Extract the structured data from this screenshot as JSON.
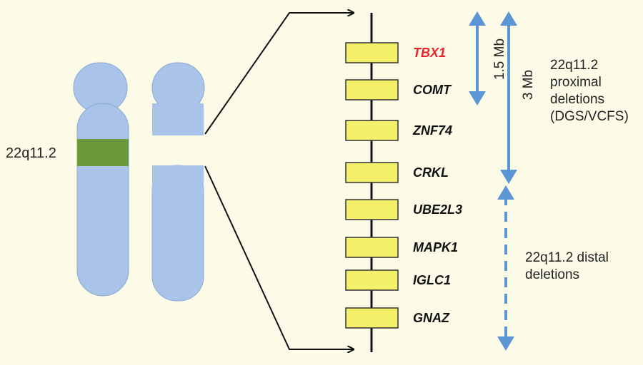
{
  "band_label": "22q11.2",
  "genes": [
    {
      "name": "TBX1",
      "color": "#e8232a"
    },
    {
      "name": "COMT",
      "color": "#111111"
    },
    {
      "name": "ZNF74",
      "color": "#111111"
    },
    {
      "name": "CRKL",
      "color": "#111111"
    },
    {
      "name": "UBE2L3",
      "color": "#111111"
    },
    {
      "name": "MAPK1",
      "color": "#111111"
    },
    {
      "name": "IGLC1",
      "color": "#111111"
    },
    {
      "name": "GNAZ",
      "color": "#111111"
    }
  ],
  "arrows": {
    "short_label": "1.5 Mb",
    "long_label": "3 Mb"
  },
  "proximal_note": "22q11.2 proximal deletions (DGS/VCFS)",
  "distal_note": "22q11.2 distal deletions",
  "colors": {
    "background": "#fcfbe8",
    "chromosome": "#a9c4e8",
    "band": "#6b9a3c",
    "gene_box": "#f5f06a",
    "arrow": "#5b95d6",
    "highlight_gene": "#e8232a"
  }
}
